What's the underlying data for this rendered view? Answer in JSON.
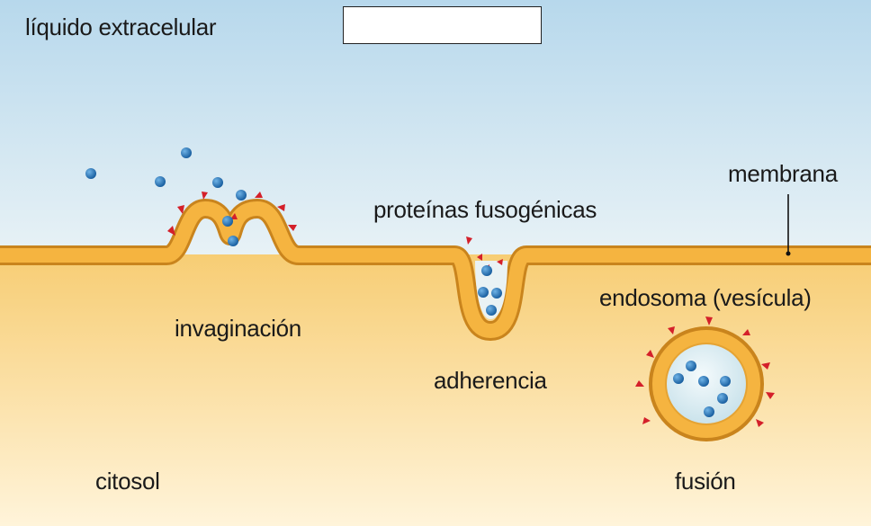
{
  "labels": {
    "extracellular": "líquido extracelular",
    "membrane": "membrana",
    "fusogenic_proteins": "proteínas fusogénicas",
    "invagination": "invaginación",
    "adherence": "adherencia",
    "endosome": "endosoma (vesícula)",
    "cytosol": "citosol",
    "fusion": "fusión"
  },
  "answer_box": {
    "value": ""
  },
  "colors": {
    "extracellular_top": "#b9d9ec",
    "extracellular_bottom": "#e6f1f6",
    "cytosol_top": "#f6cf7a",
    "cytosol_bottom": "#fff2d4",
    "membrane": "#f4b23c",
    "membrane_edge": "#c9841d",
    "protein": "#d4202a",
    "particle": "#1e6fb5",
    "vesicle_lumen": "#dcecf1"
  }
}
